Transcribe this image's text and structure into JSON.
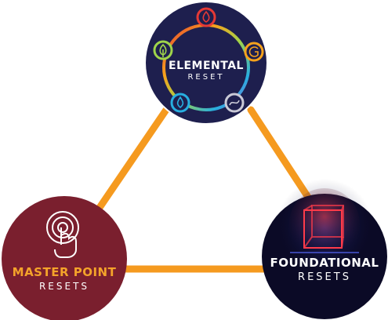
{
  "colors": {
    "connector": "#f59a1f",
    "elemental_bg": "#1e1f4e",
    "master_bg": "#7a1f2e",
    "foundational_bg": "#0b0a26",
    "master_title": "#f4a32a",
    "white": "#ffffff"
  },
  "nodes": {
    "elemental": {
      "title": "ELEMENTAL",
      "subtitle": "RESET",
      "icons": [
        "fire-icon",
        "g-icon",
        "snake-icon",
        "water-drop-icon",
        "tree-icon"
      ],
      "ring_colors": [
        "#e53935",
        "#f6a21c",
        "#9fd44a",
        "#27aee0",
        "#8e6bd9"
      ]
    },
    "master_point": {
      "title": "MASTER POINT",
      "subtitle": "RESETS",
      "icon": "finger-tap-target-icon"
    },
    "foundational": {
      "title": "FOUNDATIONAL",
      "subtitle": "RESETS",
      "icon": "neon-cube-icon"
    }
  }
}
